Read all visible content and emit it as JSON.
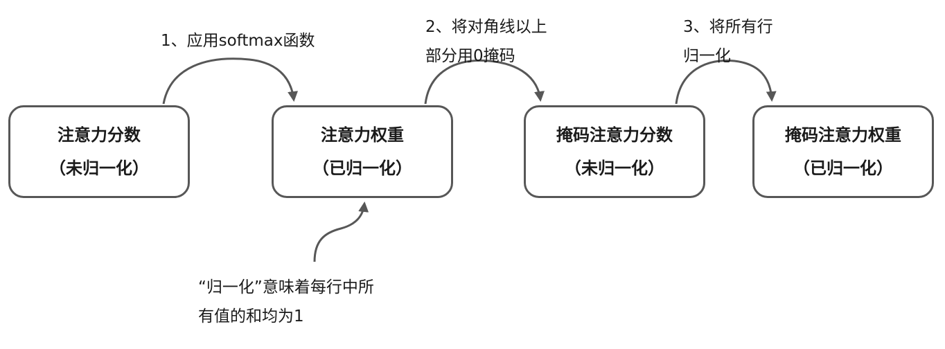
{
  "colors": {
    "stroke": "#575757",
    "text": "#1a1a1a",
    "background": "#ffffff"
  },
  "nodes": [
    {
      "line1": "注意力分数",
      "line2": "（未归一化）"
    },
    {
      "line1": "注意力权重",
      "line2": "（已归一化）"
    },
    {
      "line1": "掩码注意力分数",
      "line2": "（未归一化）"
    },
    {
      "line1": "掩码注意力权重",
      "line2": "（已归一化）"
    }
  ],
  "steps": [
    {
      "line1": "1、应用softmax函数",
      "line2": ""
    },
    {
      "line1": "2、将对角线以上",
      "line2": "部分用0掩码"
    },
    {
      "line1": "3、将所有行",
      "line2": "归一化"
    }
  ],
  "note": {
    "line1": "“归一化”意味着每行中所",
    "line2": "有值的和均为1"
  }
}
